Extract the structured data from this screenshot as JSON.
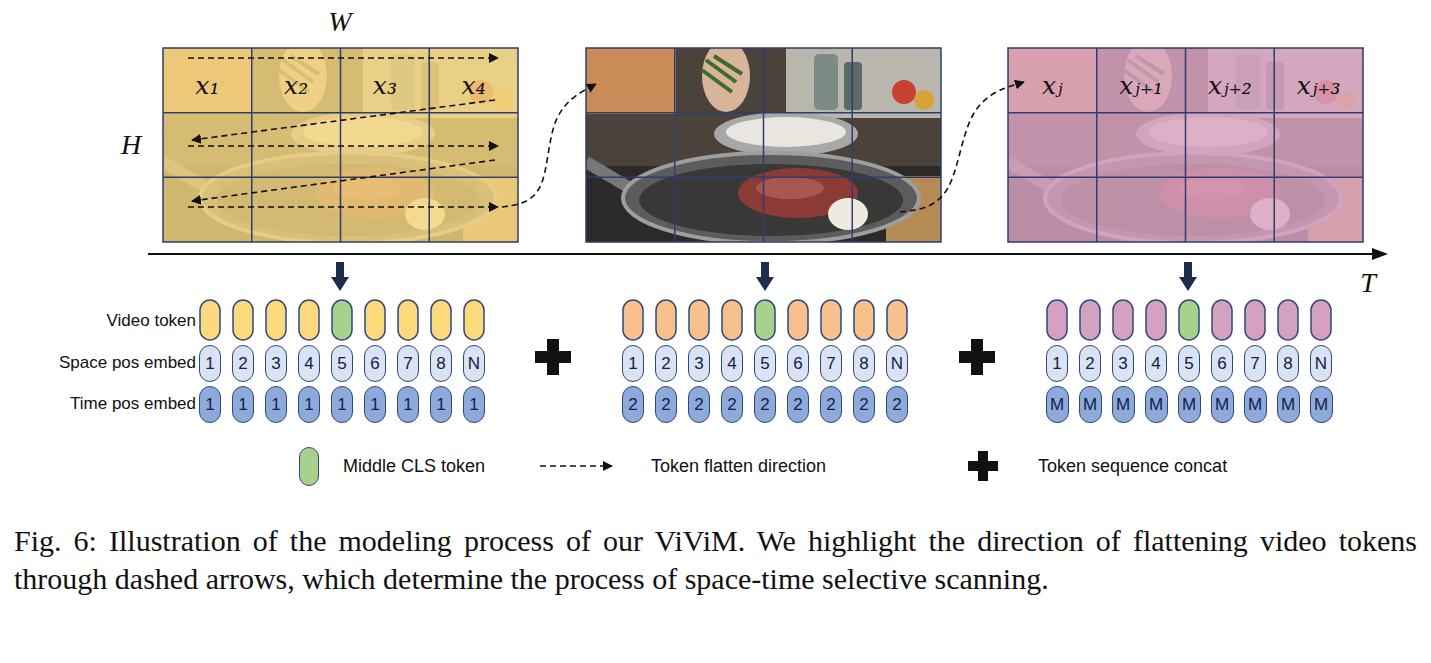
{
  "diagram": {
    "caption": "Fig. 6: Illustration of the modeling process of our ViViM. We highlight the direction of flattening video tokens through dashed arrows, which determine the process of space-time selective scanning.",
    "nodes": [
      {
        "text": [
          "x₁"
        ]
      },
      {
        "text": [
          "x₂"
        ]
      },
      {
        "text": [
          "x₃"
        ]
      },
      {
        "text": [
          "x₄"
        ]
      },
      {
        "text": [
          "xⱼ"
        ]
      },
      {
        "text": [
          "xⱼ₊₁"
        ]
      },
      {
        "text": [
          "xⱼ₊₂"
        ]
      },
      {
        "text": [
          "xⱼ₊₃"
        ]
      },
      {
        "text": [
          "1"
        ]
      },
      {
        "text": [
          "2"
        ]
      },
      {
        "text": [
          "3"
        ]
      },
      {
        "text": [
          "4"
        ]
      },
      {
        "text": [
          "5"
        ]
      },
      {
        "text": [
          "6"
        ]
      },
      {
        "text": [
          "7"
        ]
      },
      {
        "text": [
          "8"
        ]
      },
      {
        "text": [
          "N"
        ]
      },
      {
        "text": [
          "1"
        ]
      },
      {
        "text": [
          "2"
        ]
      },
      {
        "text": [
          "3"
        ]
      },
      {
        "text": [
          "4"
        ]
      },
      {
        "text": [
          "5"
        ]
      },
      {
        "text": [
          "6"
        ]
      },
      {
        "text": [
          "7"
        ]
      },
      {
        "text": [
          "8"
        ]
      },
      {
        "text": [
          "N"
        ]
      },
      {
        "text": [
          "1"
        ]
      },
      {
        "text": [
          "2"
        ]
      },
      {
        "text": [
          "3"
        ]
      },
      {
        "text": [
          "4"
        ]
      },
      {
        "text": [
          "5"
        ]
      },
      {
        "text": [
          "6"
        ]
      },
      {
        "text": [
          "7"
        ]
      },
      {
        "text": [
          "8"
        ]
      },
      {
        "text": [
          "N"
        ]
      },
      {
        "text": [
          "1"
        ]
      },
      {
        "text": [
          "1"
        ]
      },
      {
        "text": [
          "1"
        ]
      },
      {
        "text": [
          "1"
        ]
      },
      {
        "text": [
          "1"
        ]
      },
      {
        "text": [
          "1"
        ]
      },
      {
        "text": [
          "1"
        ]
      },
      {
        "text": [
          "1"
        ]
      },
      {
        "text": [
          "1"
        ]
      },
      {
        "text": [
          "2"
        ]
      },
      {
        "text": [
          "2"
        ]
      },
      {
        "text": [
          "2"
        ]
      },
      {
        "text": [
          "2"
        ]
      },
      {
        "text": [
          "2"
        ]
      },
      {
        "text": [
          "2"
        ]
      },
      {
        "text": [
          "2"
        ]
      },
      {
        "text": [
          "2"
        ]
      },
      {
        "text": [
          "2"
        ]
      },
      {
        "text": [
          "M"
        ]
      },
      {
        "text": [
          "M"
        ]
      },
      {
        "text": [
          "M"
        ]
      },
      {
        "text": [
          "M"
        ]
      },
      {
        "text": [
          "M"
        ]
      },
      {
        "text": [
          "M"
        ]
      },
      {
        "text": [
          "M"
        ]
      },
      {
        "text": [
          "M"
        ]
      },
      {
        "text": [
          "M"
        ]
      }
    ],
    "labels": [
      "W",
      "H",
      "T",
      "Video token",
      "Space pos embed",
      "Time pos embed"
    ],
    "legend": [
      {
        "text": "Middle CLS token",
        "color": "#a9d18e"
      },
      {
        "text": "Token flatten direction"
      },
      {
        "text": "Token sequence concat"
      }
    ]
  }
}
